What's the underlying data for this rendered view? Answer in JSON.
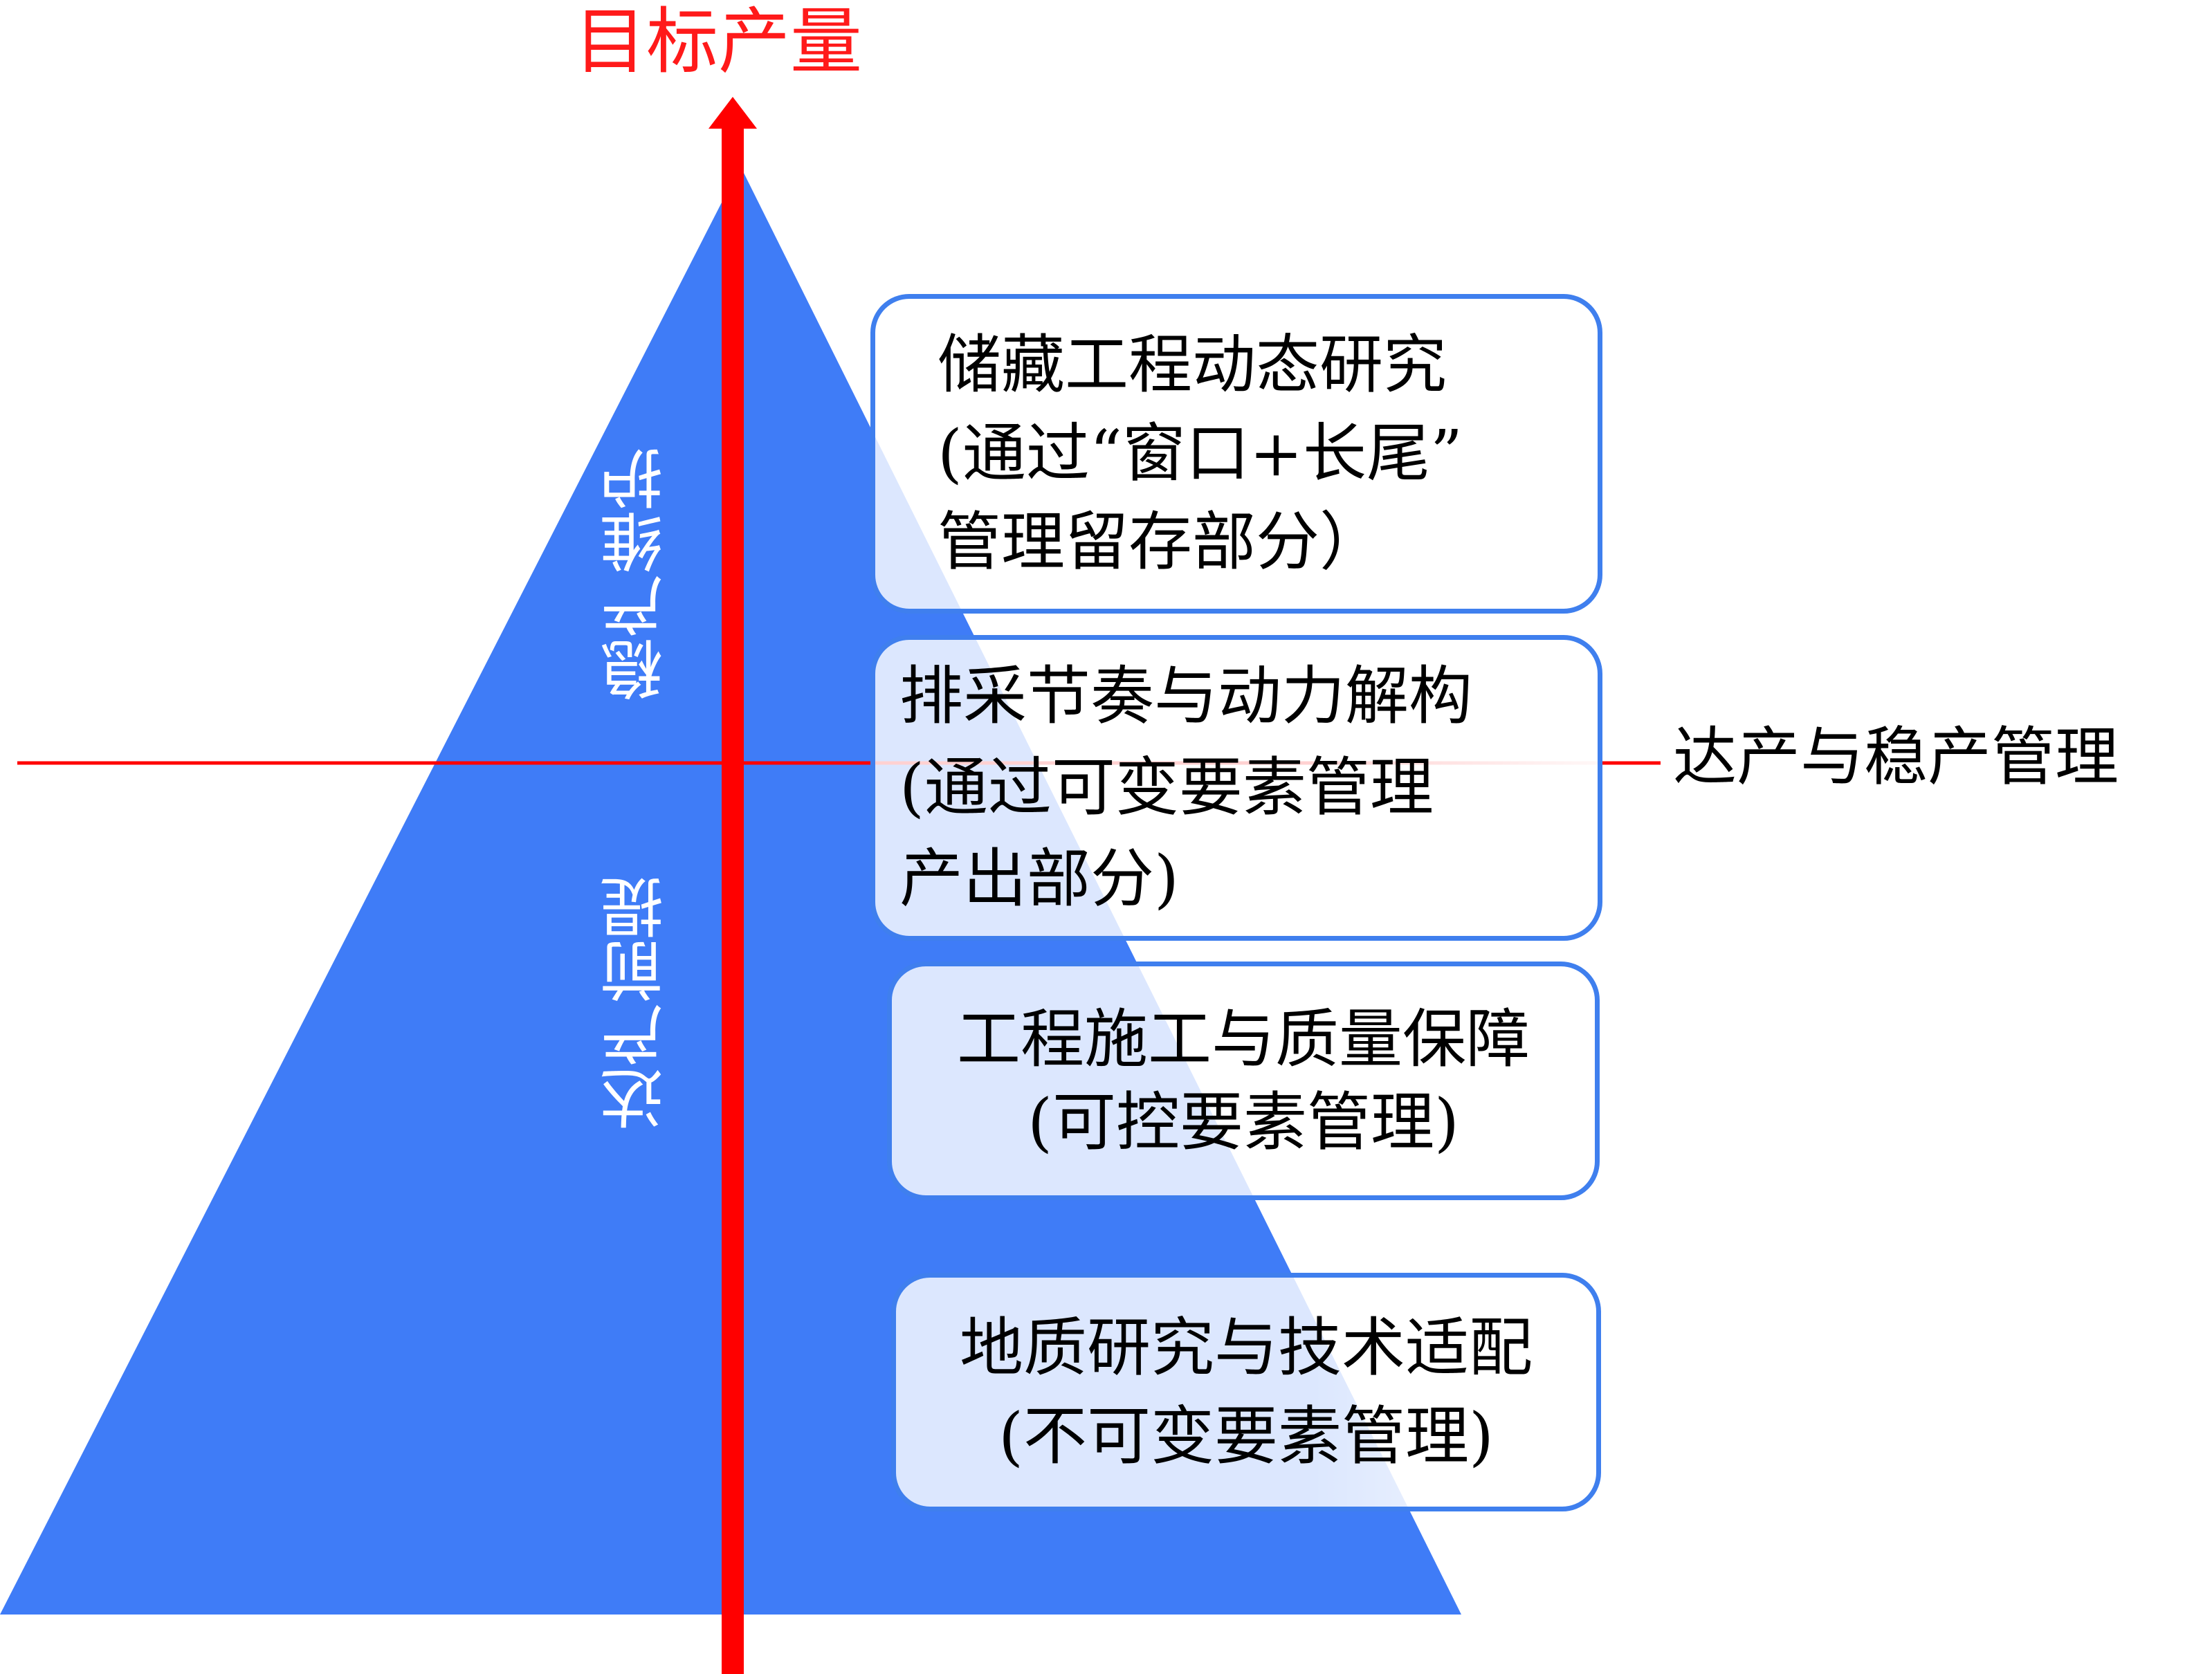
{
  "title": "目标产量",
  "divider_label": "达产与稳产管理",
  "side_labels": {
    "upper": "稳产维护",
    "lower": "达产前提"
  },
  "boxes": [
    {
      "lines": [
        "储藏工程动态研究",
        "(通过“窗口+长尾”",
        "管理留存部分）"
      ]
    },
    {
      "lines": [
        "排采节奏与动力解构",
        "(通过可变要素管理",
        "产出部分)"
      ]
    },
    {
      "lines": [
        "工程施工与质量保障",
        "(可控要素管理)"
      ]
    },
    {
      "lines": [
        "地质研究与技术适配",
        "(不可变要素管理)"
      ]
    }
  ],
  "colors": {
    "pyramid": "#3f7cf7",
    "axis_arrow": "#ff0000",
    "divider_line": "#ff0000",
    "box_border": "#3f7fee",
    "title_text": "#ff1a1a",
    "side_label_text": "#ffffff"
  }
}
